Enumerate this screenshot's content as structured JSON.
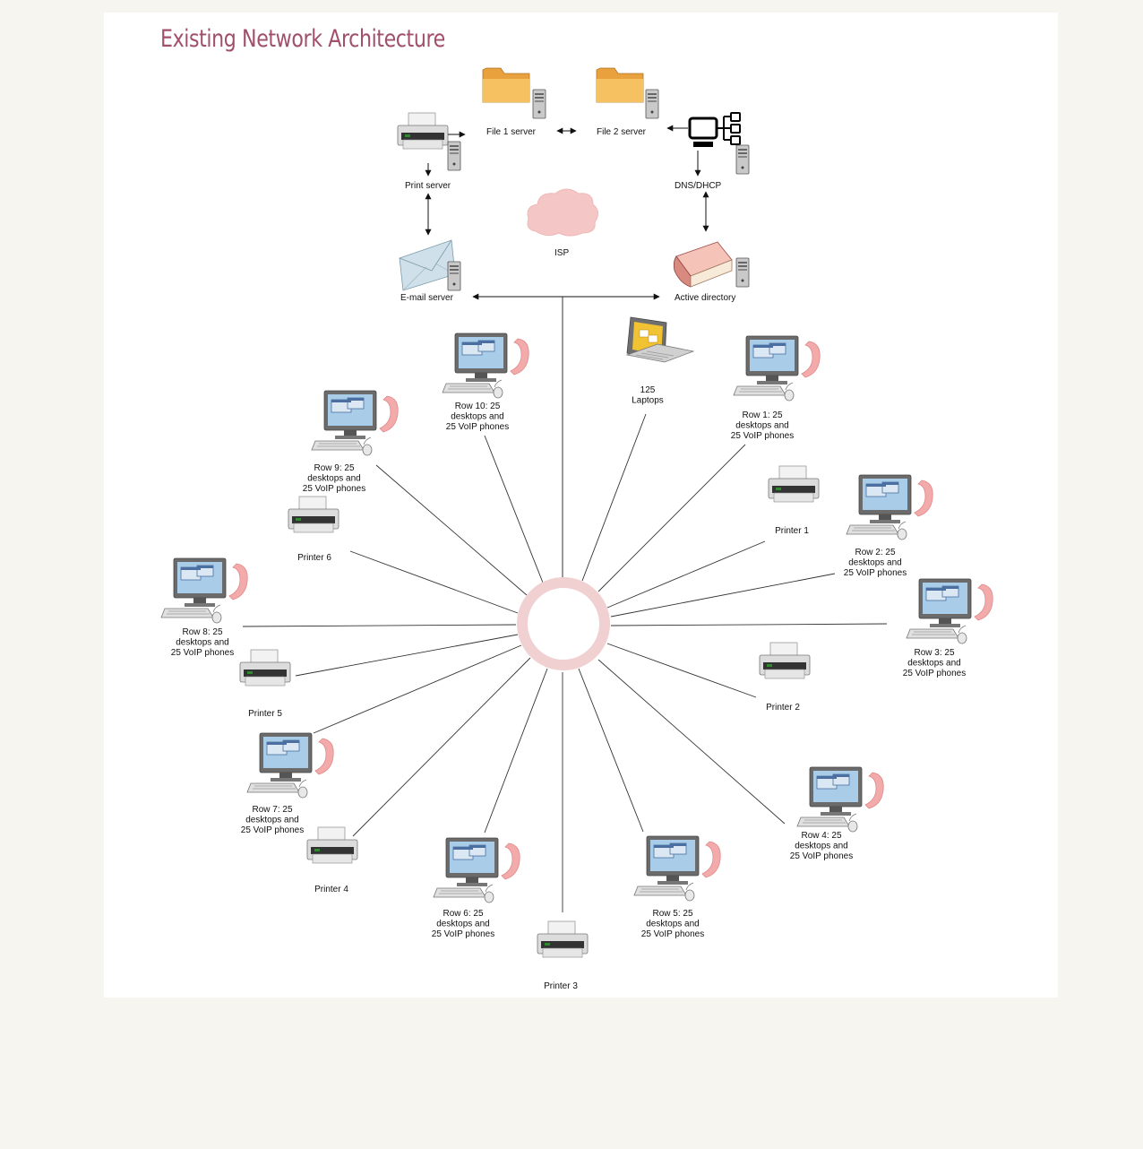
{
  "title": "Existing Network Architecture",
  "colors": {
    "title": "#a0506a",
    "hub_ring": "#f0d0d0",
    "cloud": "#f5c6c6",
    "phone": "#f2aaaa",
    "monitor_screen": "#a9cde8",
    "folder": "#f0b048",
    "line": "#222222"
  },
  "top_nodes": [
    {
      "id": "file1",
      "label": "File 1 server",
      "icon": "folder-server-icon"
    },
    {
      "id": "file2",
      "label": "File 2 server",
      "icon": "folder-server-icon"
    },
    {
      "id": "print",
      "label": "Print server",
      "icon": "printer-server-icon"
    },
    {
      "id": "dns",
      "label": "DNS/DHCP",
      "icon": "network-server-icon"
    },
    {
      "id": "isp",
      "label": "ISP",
      "icon": "cloud-icon"
    },
    {
      "id": "email",
      "label": "E-mail server",
      "icon": "mail-server-icon"
    },
    {
      "id": "ad",
      "label": "Active directory",
      "icon": "book-server-icon"
    }
  ],
  "spokes": [
    {
      "id": "row10",
      "type": "workstation",
      "label": [
        "Row 10: 25",
        "desktops and",
        "25 VoIP phones"
      ]
    },
    {
      "id": "laptops",
      "type": "laptop",
      "label": [
        "125",
        "Laptops"
      ]
    },
    {
      "id": "row1",
      "type": "workstation",
      "label": [
        "Row 1: 25",
        "desktops and",
        "25 VoIP phones"
      ]
    },
    {
      "id": "printer1",
      "type": "printer",
      "label": [
        "Printer 1"
      ]
    },
    {
      "id": "row2",
      "type": "workstation",
      "label": [
        "Row 2: 25",
        "desktops and",
        "25 VoIP phones"
      ]
    },
    {
      "id": "row3",
      "type": "workstation",
      "label": [
        "Row 3: 25",
        "desktops and",
        "25 VoIP phones"
      ]
    },
    {
      "id": "printer2",
      "type": "printer",
      "label": [
        "Printer 2"
      ]
    },
    {
      "id": "row4",
      "type": "workstation",
      "label": [
        "Row 4: 25",
        "desktops and",
        "25 VoIP phones"
      ]
    },
    {
      "id": "row5",
      "type": "workstation",
      "label": [
        "Row 5: 25",
        "desktops and",
        "25 VoIP phones"
      ]
    },
    {
      "id": "printer3",
      "type": "printer",
      "label": [
        "Printer 3"
      ]
    },
    {
      "id": "row6",
      "type": "workstation",
      "label": [
        "Row 6: 25",
        "desktops and",
        "25 VoIP phones"
      ]
    },
    {
      "id": "printer4",
      "type": "printer",
      "label": [
        "Printer 4"
      ]
    },
    {
      "id": "row7",
      "type": "workstation",
      "label": [
        "Row 7: 25",
        "desktops and",
        "25 VoIP phones"
      ]
    },
    {
      "id": "printer5",
      "type": "printer",
      "label": [
        "Printer 5"
      ]
    },
    {
      "id": "row8",
      "type": "workstation",
      "label": [
        "Row 8: 25",
        "desktops and",
        "25 VoIP phones"
      ]
    },
    {
      "id": "printer6",
      "type": "printer",
      "label": [
        "Printer 6"
      ]
    },
    {
      "id": "row9",
      "type": "workstation",
      "label": [
        "Row 9: 25",
        "desktops and",
        "25 VoIP phones"
      ]
    }
  ]
}
